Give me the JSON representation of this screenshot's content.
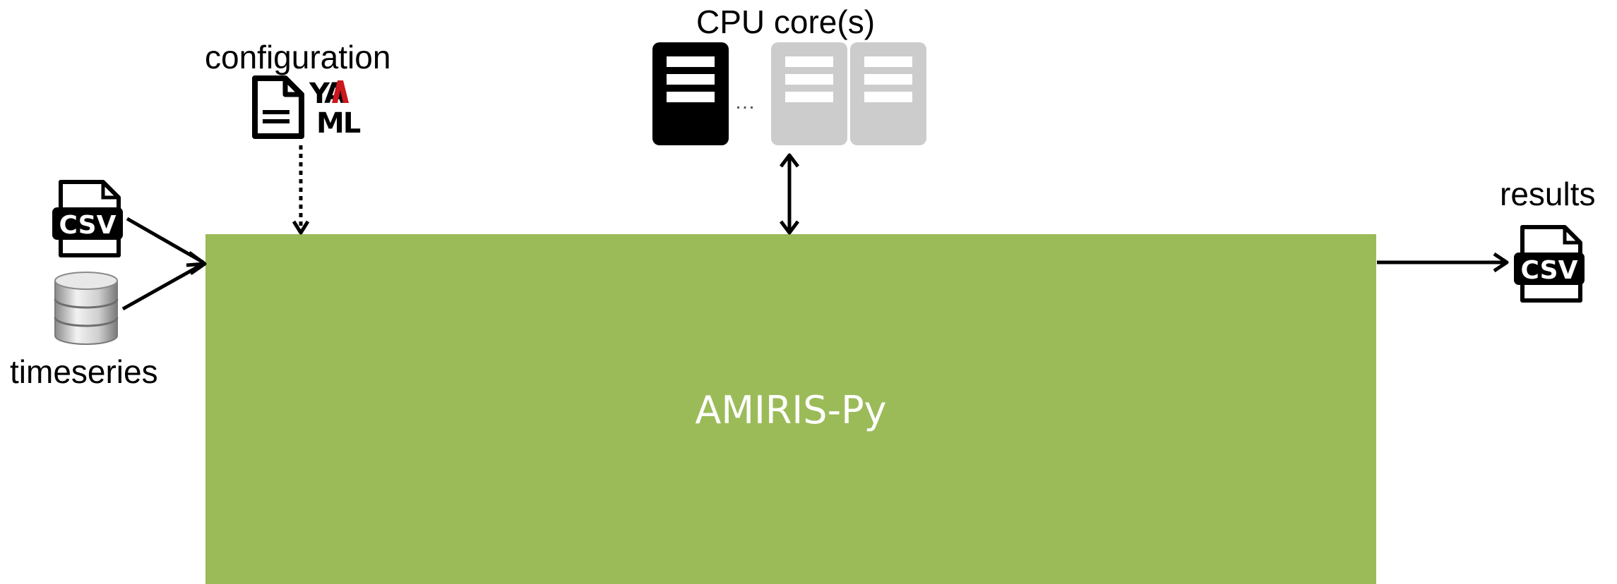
{
  "labels": {
    "configuration": "configuration",
    "cpu": "CPU core(s)",
    "results": "results",
    "timeseries": "timeseries",
    "main": "AMIRIS-Py",
    "ellipsis": "…"
  },
  "icons": {
    "config_doc": "document-icon",
    "yaml": "yaml-logo",
    "yaml_top": "YA",
    "yaml_bottom": "ML",
    "csv_in": "csv-file-icon",
    "csv_out": "csv-file-icon",
    "csv_text": "CSV",
    "database": "database-icon",
    "server": "server-icon"
  },
  "colors": {
    "main_box": "#9bbb59",
    "main_text": "#ffffff",
    "active_core": "#000000",
    "inactive_core": "#cccccc",
    "yaml_accent": "#cb171e"
  }
}
